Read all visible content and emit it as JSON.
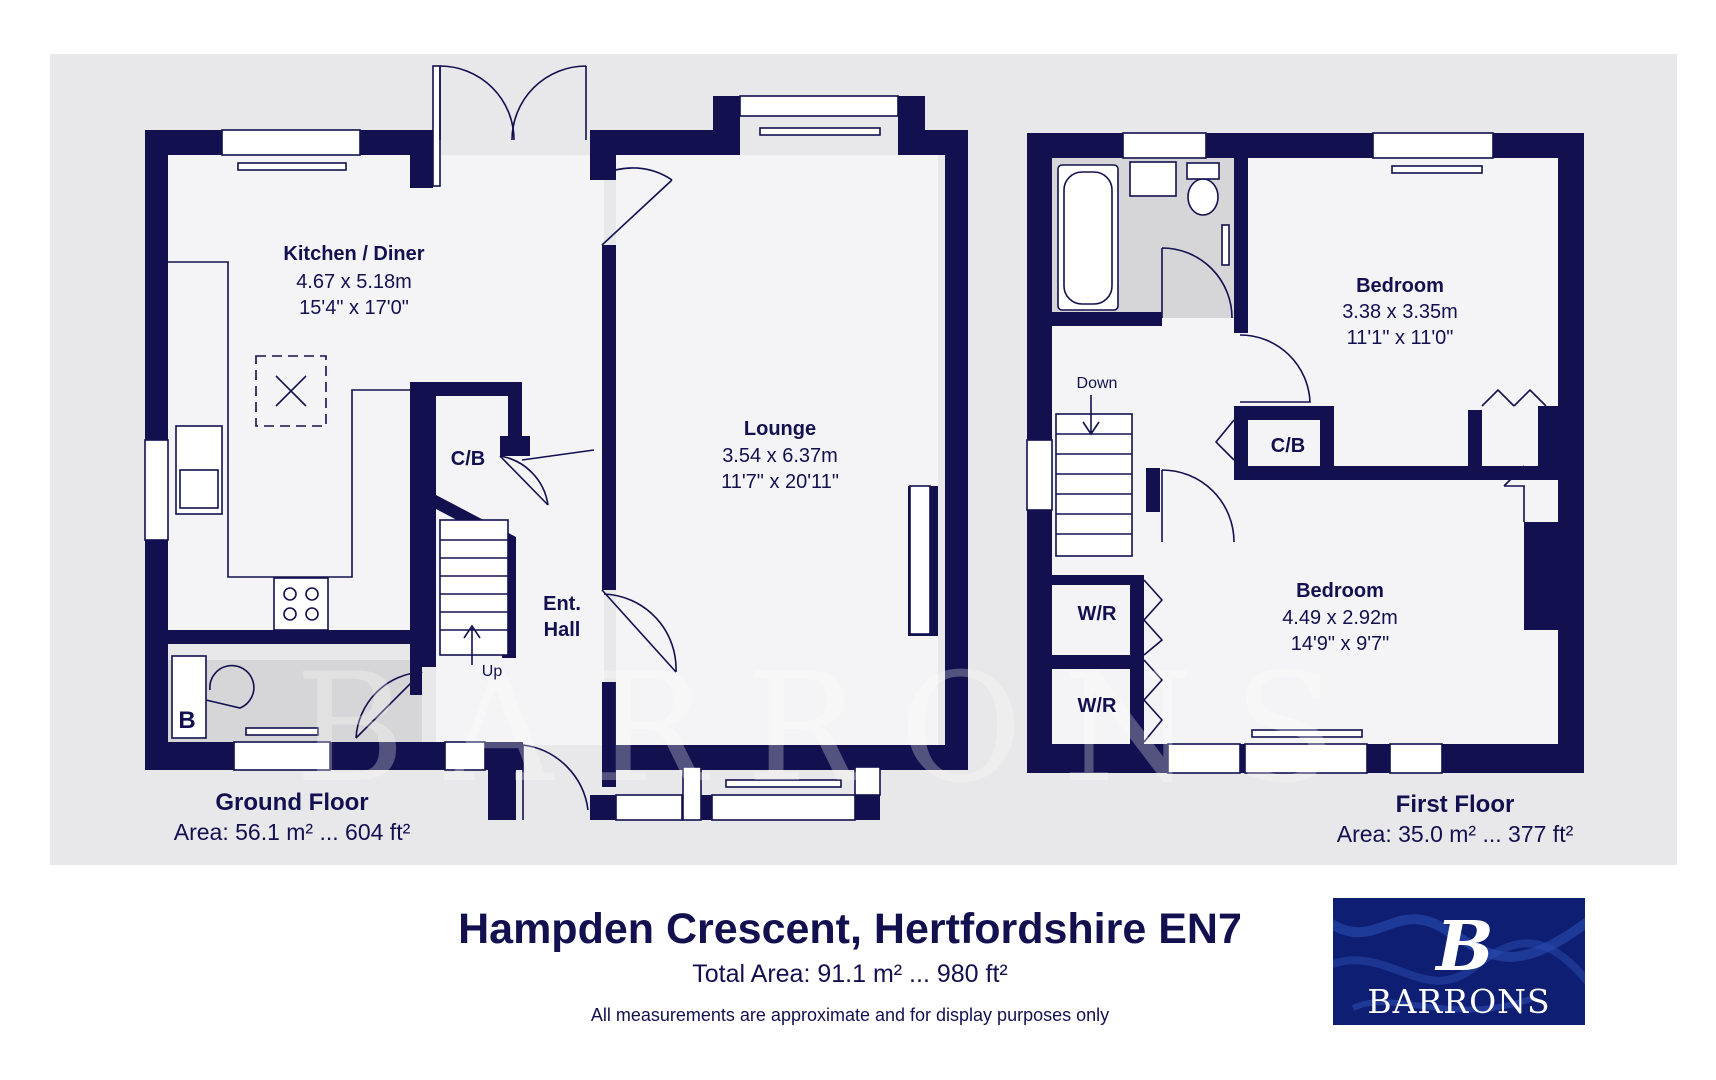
{
  "ground_floor": {
    "name": "Ground Floor",
    "area": "Area: 56.1 m² ... 604 ft²",
    "rooms": {
      "kitchen": {
        "name": "Kitchen / Diner",
        "metric": "4.67 x 5.18m",
        "imperial": "15'4\" x 17'0\""
      },
      "lounge": {
        "name": "Lounge",
        "metric": "3.54 x 6.37m",
        "imperial": "11'7\" x 20'11\""
      },
      "cupboard": {
        "name": "C/B"
      },
      "hall": {
        "line1": "Ent.",
        "line2": "Hall"
      },
      "boiler": {
        "name": "B"
      }
    },
    "stairs_label": "Up"
  },
  "first_floor": {
    "name": "First Floor",
    "area": "Area: 35.0 m² ... 377 ft²",
    "rooms": {
      "bedroom1": {
        "name": "Bedroom",
        "metric": "3.38 x 3.35m",
        "imperial": "11'1\" x 11'0\""
      },
      "bedroom2": {
        "name": "Bedroom",
        "metric": "4.49 x 2.92m",
        "imperial": "14'9\" x 9'7\""
      },
      "cupboard": {
        "name": "C/B"
      },
      "wardrobe1": {
        "name": "W/R"
      },
      "wardrobe2": {
        "name": "W/R"
      }
    },
    "stairs_label": "Down"
  },
  "footer": {
    "title": "Hampden Crescent, Hertfordshire EN7",
    "total_area": "Total Area: 91.1 m² ... 980 ft²",
    "disclaimer": "All measurements are approximate and for display purposes only"
  },
  "watermark": "BARRONS",
  "logo": {
    "text": "BARRONS",
    "monogram": "B"
  },
  "colors": {
    "wall": "#12104f",
    "floor_background": "#e8e8ea",
    "room": "#f4f4f6",
    "logo_background": "#0d1e73"
  }
}
